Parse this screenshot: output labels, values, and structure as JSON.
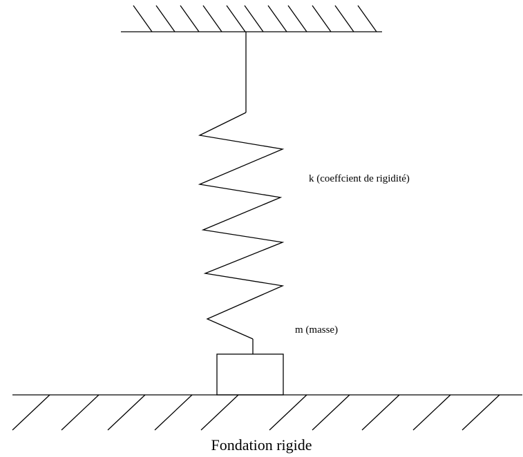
{
  "labels": {
    "spring": "k (coeffcient de rigidité)",
    "mass": "m (masse)",
    "foundation": "Fondation rigide"
  },
  "colors": {
    "stroke": "#000000",
    "background": "#ffffff"
  }
}
